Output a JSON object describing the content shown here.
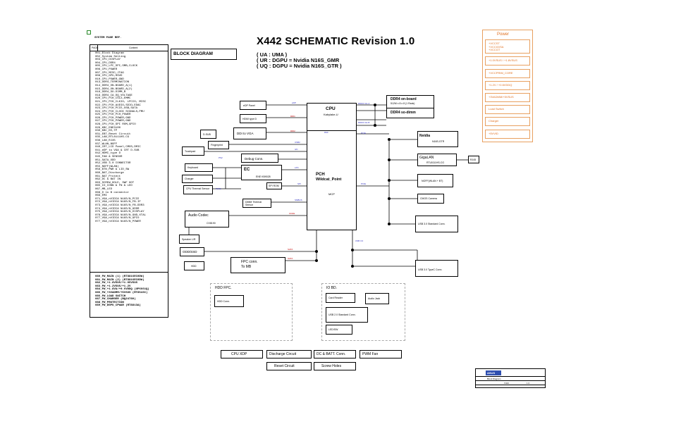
{
  "header": {
    "title": "X442 SCHEMATIC Revision 1.0",
    "variants": [
      "( UA : UMA )",
      "( UR : DGPU = Nvidia N16S_GMR",
      "( UQ : DGPU = Nvidia N16S_GTR )"
    ]
  },
  "page_ref": {
    "title": "SYSTEM PAGE REF.",
    "col_page": "PAGE",
    "col_content": "Content",
    "rows": [
      "001_Block Diagram",
      "002_System Setting",
      "003_CPU_DISPLAY",
      "004_CPU_DDR4",
      "005_CPU_LPC_SPI,SMB,CLOCK",
      "006_CPU_POWER",
      "007_CPU_MISC,JTAG",
      "008_CPU_GPU,RSVD",
      "010_CPU_POWER,GND",
      "013_DDR4_TERMINATION",
      "014_DDR4_ON-BOARD_A(1)",
      "015_DDR4_ON-BOARD_A(2)",
      "016_DDR4_SO-DIMM_B",
      "019_DDR4_CA_DQ_VOLTAGE",
      "020_CPU_PCH_CSI2,EMMC",
      "021_CPU_PCH_CLKIO, LPCIO, MISC",
      "022_CPU_PCH_AUDIO,SDIO,EDAC",
      "023_CPU_PCH_PCIE,USB,SATA",
      "024_CPU_PCH_CLOCK SIGNALS,PMU",
      "025_CPU_PCH_PCH_POWER",
      "026_CPU_PCH_POWER,GND",
      "027_CPU_PCH_POWER,GND",
      "028_CPU_PCH_SPI ROM,GPIO",
      "029_KBC_ENE3100",
      "030_KBC_EE,TP",
      "031_EBT_Reset Circuit",
      "035_LAN_RTL8111HS-CG",
      "036_LAN_RJ45",
      "037_WLAN_NGFF",
      "040_CRT_LCD Panel,CMOS,DMIC",
      "041_eDP to VGA & CRT D-SUB",
      "042_HDMI_type D",
      "045_FAN & SENSOR",
      "051_SATA_ODD",
      "052_USB 3.0 CONNECTOR",
      "055_NGFF(WLAN)",
      "056_BTN_PWR & LID_SW",
      "060_BAT_Discharge",
      "061_BAT_Protect",
      "062_DC & BAT IN",
      "063_SCREW_HOLE, SWF HOT",
      "065_IO_CONN & FN & LED",
      "067_MB_LED",
      "068_D to B connector",
      "069_EMI",
      "071_VGA_nVIDIA N16S/N_PCIE",
      "072_VGA_nVIDIA N16S/N_FB-IF",
      "073_VGA_nVIDIA N16S/N_FB-DDR3",
      "074_VGA_nVIDIA N16S/N_GDDR",
      "075_VGA_nVIDIA N16S/N_DISPLAY",
      "076_VGA_nVIDIA N16S/N_GND,XTAL",
      "077_VGA_nVIDIA N16S/N_GPIO",
      "077_VGA_nVIDIA N16S/N_POWER"
    ],
    "power_rows": [
      "080_PW_MAIN (1) (RT8816EC0DW)",
      "081_PW_MAIN (2) (RT8816EC0DW)",
      "082_PW_+1.8VSUS/+1.05VSUS",
      "083_PW_+1.2VSUS/+1.2V",
      "084_PW_+1.8VA/+0.6VDDQ (UP6661Q)",
      "085_PW_+3VADMM/+5VSUS (RT8543C)",
      "086_PW_LOAD SWITCH",
      "087_PW_CHARGER (BQ24780)",
      "088_PW_PROTECTION",
      "089_PW_DGPU_CPWAR (RT8813A)"
    ]
  },
  "block_diagram_label": "BLOCK DIAGRAM",
  "blocks": {
    "cpu": "CPU",
    "cpu_sub": "Kabylake-U",
    "pch": "PCH",
    "pch_sub": "Wildcat_Point",
    "mcp": "MCP",
    "ddr_onboard": "DDR4 on-board",
    "ddr_onboard_sub": "512M x 8 x 8 (1 Rank)",
    "ddr_sodimm": "DDR4 so-dimm",
    "edp_panel": "eDP Panel",
    "hdmi": "HDMI type D",
    "dsub": "D-SUB",
    "ddi_vga": "DDI to VGA",
    "fingerprint": "Fingerprint",
    "touchpad": "Touchpad",
    "debug": "Debug Conn.",
    "ec": "EC",
    "ec_sub": "ENE KB9028",
    "keyboard": "Keyboard",
    "charger": "Charger",
    "cpu_thermal": "CPU Thermal Sensor",
    "spi_rom": "SPI ROM",
    "dimm_thermal": "DIMM Thermal Sensor",
    "audio_codec": "Audio Codec",
    "audio_sub": "CX8190",
    "speaker": "Speaker L/R",
    "odd": "ODD/SSD",
    "hdd": "HDD",
    "fpc": "FPC conn.",
    "fpc_sub": "To MB",
    "nvidia": "Nvidia",
    "nvidia_sub": "N16S-GTR",
    "gigalan": "GigaLAN",
    "gigalan_sub": "RTL8111HS-CG",
    "rj45": "RJ45",
    "ngff": "NGFF(WLAN + BT)",
    "cmos": "CMOS Camera",
    "usb30_std": "USB 3.0 Standard Conn.",
    "usb30_typec": "USB 3.0 TypeC Conn."
  },
  "sub_boards": {
    "hdd_fpc": "HDD FPC.",
    "hdd_conn": "HDD Conn.",
    "io_bd": "IO BD.",
    "card_reader": "Card Reader",
    "audio_jack": "Audio Jack",
    "usb20": "USB 2.0 Standard Conn.",
    "led_sw": "LED/SW"
  },
  "bottom_blocks": {
    "cpu_xdp": "CPU XDP",
    "discharge": "Discharge Circuit",
    "dc_batt": "DC & BATT. Conn.",
    "pwm_fan": "PWM Fan",
    "reset": "Reset Circuit",
    "screw": "Screw Holes"
  },
  "bus_labels": {
    "edp": "eDP",
    "ddi1": "DDI1",
    "ddi2": "DDI2",
    "usb2a": "USB2",
    "i2c": "I2C",
    "lpc": "LPC",
    "spi": "SPI",
    "smbus": "SMBUS",
    "hda": "Azalia",
    "sata_a": "SATA",
    "sata_b": "SATA",
    "pcie1": "PCIE",
    "pcie2": "PCIE",
    "usb3": "USB 3.0",
    "ddr_ch_a": "DDR4 CH-A",
    "ddr_ch_b": "DDR4 CH-B",
    "dmi": "DMI",
    "ps2": "PS2",
    "pwm": "PWM"
  },
  "power_panel": {
    "title": "Power",
    "items": [
      "+VCCST\n+VCCIO/SA\n+VCCGT",
      "+1.0VSUS / +1.8VSUS",
      "+VCCPRIM_CORE",
      "+1.2V / +0.6VDDQ",
      "+3VADMM/+5VSUS",
      "Load Switch",
      "Charger",
      "+5VVID"
    ]
  },
  "title_block": {
    "company": "ASUS",
    "doc_title": "Block Diagram",
    "model": "X442",
    "rev": "1.0"
  }
}
